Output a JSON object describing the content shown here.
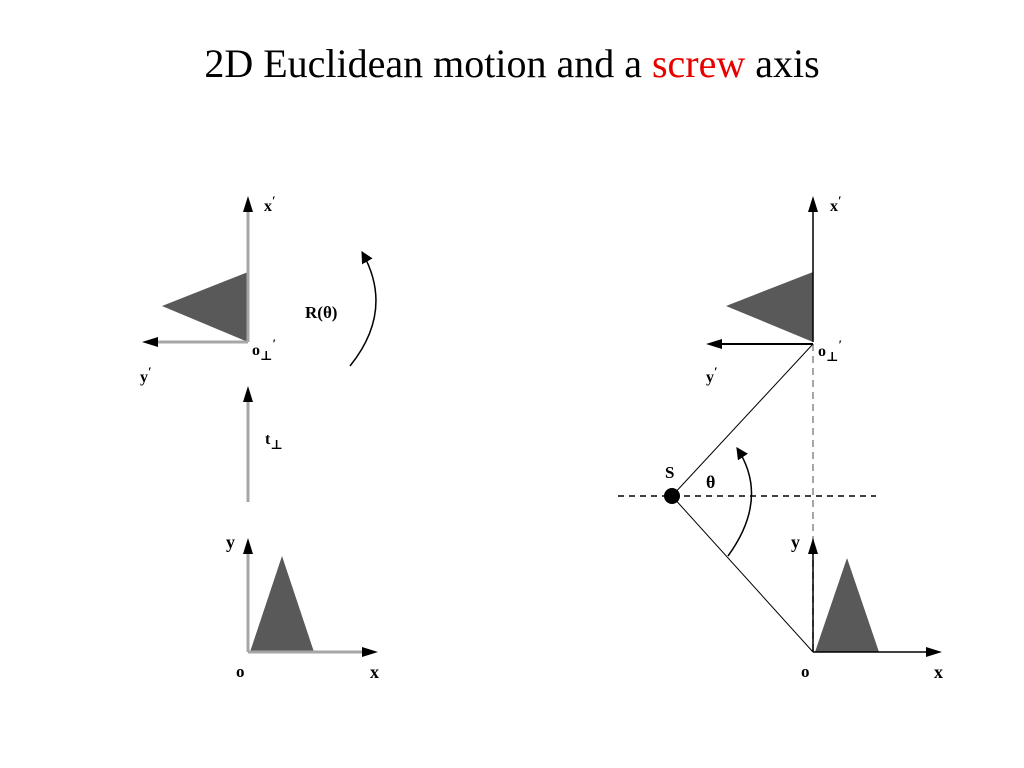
{
  "title": {
    "before": "2D Euclidean motion and a",
    "highlight": "screw",
    "after": "axis"
  },
  "colors": {
    "highlight": "#e60000",
    "shape_fill": "#595959",
    "axis_gray": "#a6a6a6",
    "line": "#000000"
  },
  "left_figure": {
    "x_prime_label": "x",
    "y_prime_label": "y",
    "prime_mark": "′",
    "origin_prime_label": "o",
    "perp_subscript": "⊥",
    "rotation_label": "R(θ)",
    "translation_label": "t",
    "y_label": "y",
    "x_label": "x",
    "origin_label": "o"
  },
  "right_figure": {
    "x_prime_label": "x",
    "y_prime_label": "y",
    "prime_mark": "′",
    "origin_prime_label": "o",
    "perp_subscript": "⊥",
    "screw_point_label": "S",
    "angle_label": "θ",
    "y_label": "y",
    "x_label": "x",
    "origin_label": "o"
  }
}
